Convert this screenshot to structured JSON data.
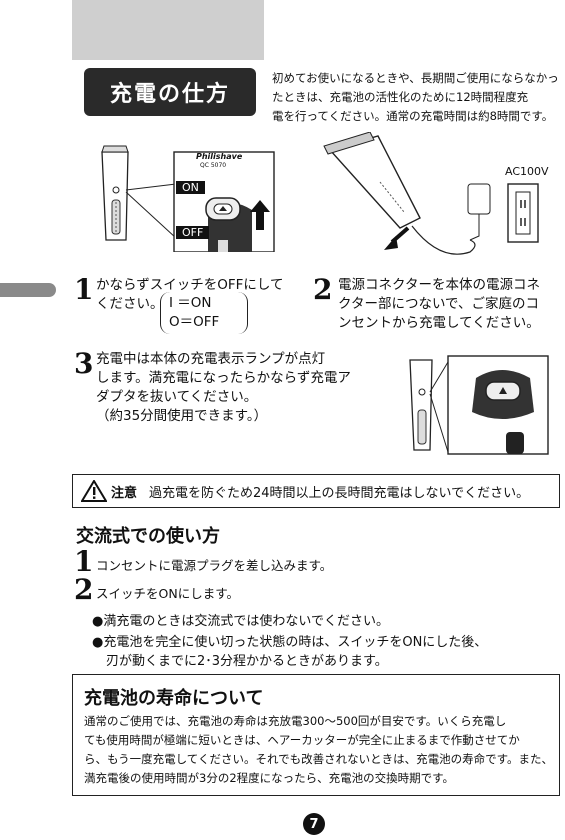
{
  "header": {
    "title": "充電の仕方"
  },
  "intro": {
    "lines": [
      "初めてお使いになるときや、長期間ご使用にならなかっ",
      "たときは、充電池の活性化のために12時間程度充",
      "電を行ってください。通常の充電時間は約8時間です。"
    ]
  },
  "figure_labels": {
    "brand": "Philishave",
    "model": "QC 5070",
    "on": "ON",
    "off": "OFF",
    "voltage": "AC100V"
  },
  "steps": [
    {
      "num": "1",
      "lines": [
        "かならずスイッチをOFFにして",
        "ください。"
      ],
      "note_on": "I ＝ON",
      "note_off": "O＝OFF"
    },
    {
      "num": "2",
      "lines": [
        "電源コネクターを本体の電源コネ",
        "クター部につないで、ご家庭のコ",
        "ンセントから充電してください。"
      ]
    },
    {
      "num": "3",
      "lines": [
        "充電中は本体の充電表示ランプが点灯",
        "します。満充電になったらかならず充電ア",
        "ダプタを抜いてください。",
        "（約35分間使用できます。）"
      ]
    }
  ],
  "warning": {
    "label": "注意",
    "text": "過充電を防ぐため24時間以上の長時間充電はしないでください。"
  },
  "ac_section": {
    "title": "交流式での使い方",
    "steps": [
      {
        "num": "1",
        "text": "コンセントに電源プラグを差し込みます。"
      },
      {
        "num": "2",
        "text": "スイッチをONにします。"
      }
    ],
    "bullets": [
      "●満充電のときは交流式では使わないでください。",
      "●充電池を完全に使い切った状態の時は、スイッチをONにした後、",
      "刃が動くまでに2･3分程かかるときがあります。"
    ]
  },
  "battery_life": {
    "title": "充電池の寿命について",
    "lines": [
      "通常のご使用では、充電池の寿命は充放電300〜500回が目安です。いくら充電し",
      "ても使用時間が極端に短いときは、ヘアーカッターが完全に止まるまで作動させてか",
      "ら、もう一度充電してください。それでも改善されないときは、充電池の寿命です。また、",
      "満充電後の使用時間が3分の2程度になったら、充電池の交換時期です。"
    ]
  },
  "page": {
    "number": "7"
  }
}
